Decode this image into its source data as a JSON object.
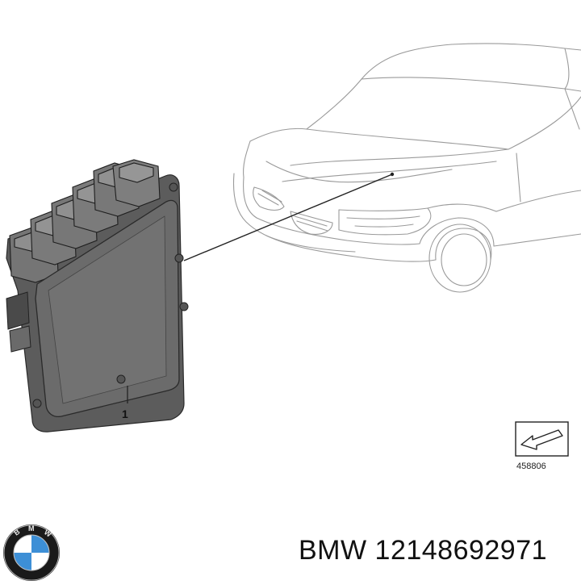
{
  "diagram": {
    "callout_number": "1",
    "figure_id": "458806"
  },
  "caption": {
    "brand": "BMW",
    "part_number": "12148692971",
    "text": "BMW 12148692971"
  },
  "logo": {
    "lettering": "BMW",
    "colors": {
      "ring": "#1a1a1a",
      "blue": "#3d8fd6",
      "white": "#ffffff"
    }
  }
}
